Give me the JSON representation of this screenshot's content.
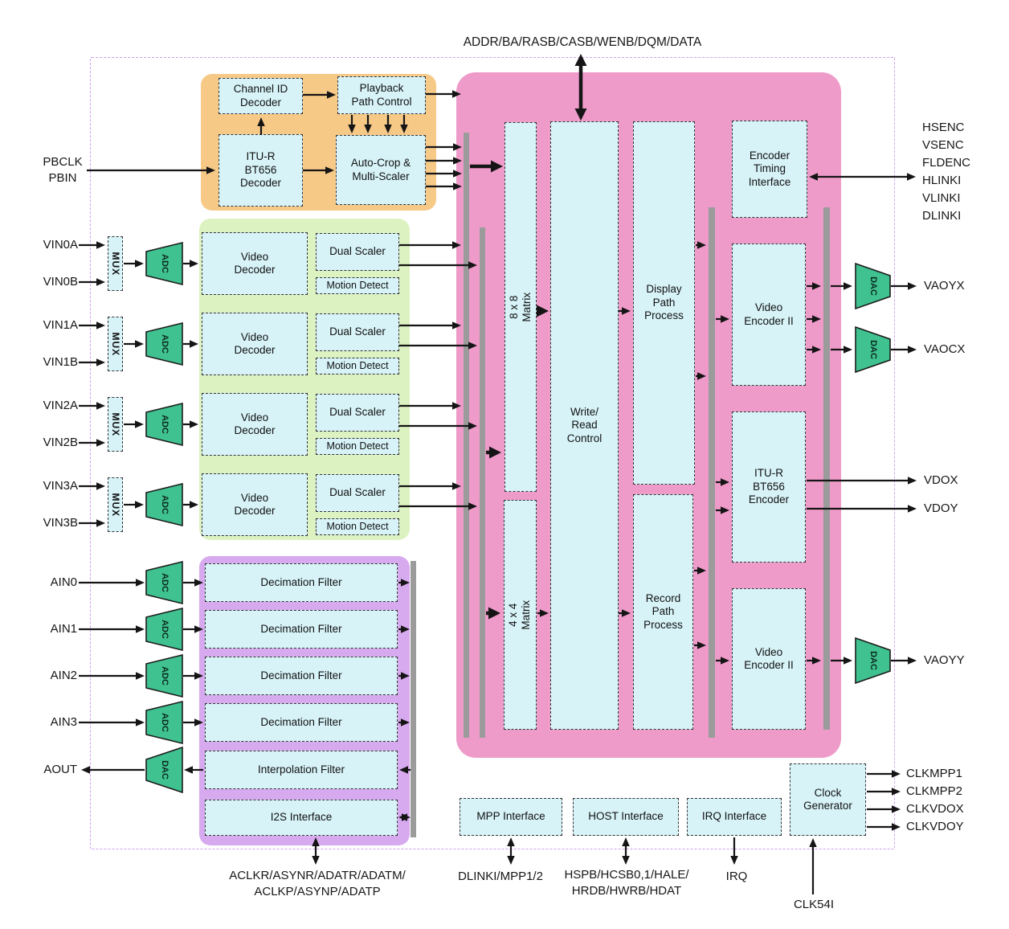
{
  "title": "ADDR/BA/RASB/CASB/WENB/DQM/DATA",
  "colors": {
    "pink_region": "#ef9bca",
    "orange_region": "#f6c987",
    "green_region": "#ddf2c1",
    "purple_region": "#d7a9ef",
    "block_fill": "#d7f3f8",
    "converter_fill": "#3fc290",
    "bus_bar": "#9b9b9b",
    "chip_border": "#cf9ff2",
    "arrow": "#151515"
  },
  "mini": {
    "mux": "MUX",
    "adc": "ADC",
    "dac": "DAC"
  },
  "playback": {
    "pbclk": "PBCLK",
    "pbin": "PBIN",
    "channel_id": "Channel ID\nDecoder",
    "path_control": "Playback\nPath Control",
    "decoder": "ITU-R\nBT656\nDecoder",
    "autocrop": "Auto-Crop &\nMulti-Scaler"
  },
  "video_rows": [
    {
      "input_a": "VIN0A",
      "input_b": "VIN0B",
      "decoder": "Video\nDecoder",
      "scaler": "Dual Scaler",
      "motion": "Motion Detect"
    },
    {
      "input_a": "VIN1A",
      "input_b": "VIN1B",
      "decoder": "Video\nDecoder",
      "scaler": "Dual Scaler",
      "motion": "Motion Detect"
    },
    {
      "input_a": "VIN2A",
      "input_b": "VIN2B",
      "decoder": "Video\nDecoder",
      "scaler": "Dual Scaler",
      "motion": "Motion Detect"
    },
    {
      "input_a": "VIN3A",
      "input_b": "VIN3B",
      "decoder": "Video\nDecoder",
      "scaler": "Dual Scaler",
      "motion": "Motion Detect"
    }
  ],
  "core": {
    "matrix8": "8 x 8\nMatrix",
    "matrix4": "4 x 4\nMatrix",
    "wrc": "Write/\nRead\nControl",
    "display_path": "Display\nPath\nProcess",
    "record_path": "Record\nPath\nProcess",
    "encoder_timing": "Encoder\nTiming\nInterface",
    "video_encoder_top": "Video\nEncoder II",
    "itur_encoder": "ITU-R\nBT656\nEncoder",
    "video_encoder_bottom": "Video\nEncoder II"
  },
  "right_signals": {
    "encoder_timing": [
      "HSENC",
      "VSENC",
      "FLDENC",
      "HLINKI",
      "VLINKI",
      "DLINKI"
    ],
    "vaoyx": "VAOYX",
    "vaocx": "VAOCX",
    "vdox": "VDOX",
    "vdoy": "VDOY",
    "vaoyy": "VAOYY"
  },
  "audio_rows": [
    {
      "input": "AIN0",
      "filter": "Decimation Filter"
    },
    {
      "input": "AIN1",
      "filter": "Decimation Filter"
    },
    {
      "input": "AIN2",
      "filter": "Decimation Filter"
    },
    {
      "input": "AIN3",
      "filter": "Decimation Filter"
    }
  ],
  "audio": {
    "interpolation": "Interpolation Filter",
    "i2s": "I2S Interface",
    "aout": "AOUT",
    "bottom_label_1": "ACLKR/ASYNR/ADATR/ADATM/",
    "bottom_label_2": "ACLKP/ASYNP/ADATP"
  },
  "bottom": {
    "mpp": "MPP Interface",
    "host": "HOST Interface",
    "irq": "IRQ Interface",
    "clock": "Clock\nGenerator",
    "mpp_signals": "DLINKI/MPP1/2",
    "host_signals_1": "HSPB/HCSB0,1/HALE/",
    "host_signals_2": "HRDB/HWRB/HDAT",
    "irq_signal": "IRQ",
    "clk_in": "CLK54I",
    "clk_outs": [
      "CLKMPP1",
      "CLKMPP2",
      "CLKVDOX",
      "CLKVDOY"
    ]
  }
}
